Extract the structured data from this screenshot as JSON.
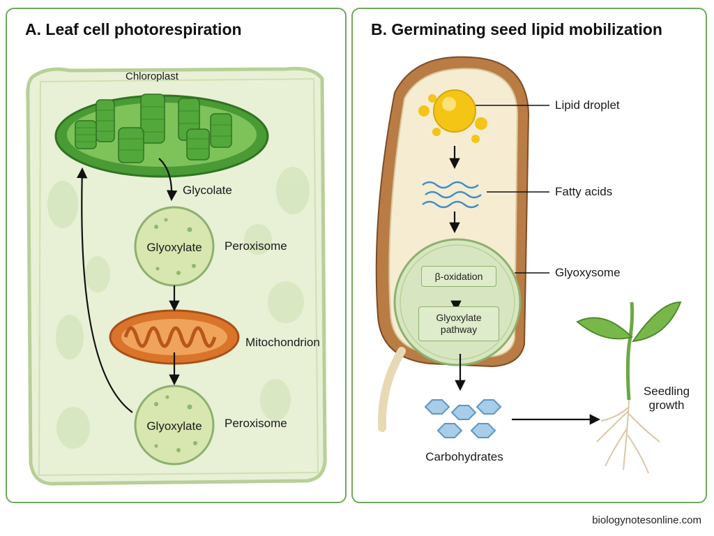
{
  "panel_a": {
    "title": "A. Leaf cell photorespiration",
    "labels": {
      "chloroplast": "Chloroplast",
      "glycolate": "Glycolate",
      "glyoxylate_1": "Glyoxylate",
      "peroxisome_1": "Peroxisome",
      "mitochondrion": "Mitochondrion",
      "glyoxylate_2": "Glyoxylate",
      "peroxisome_2": "Peroxisome"
    }
  },
  "panel_b": {
    "title": "B. Germinating seed lipid mobilization",
    "labels": {
      "lipid_droplet": "Lipid droplet",
      "fatty_acids": "Fatty acids",
      "glyoxysome": "Glyoxysome",
      "beta_oxidation": "β-oxidation",
      "glyoxylate_pathway_line1": "Glyoxylate",
      "glyoxylate_pathway_line2": "pathway",
      "carbohydrates": "Carbohydrates",
      "seedling_line1": "Seedling",
      "seedling_line2": "growth"
    }
  },
  "footer": {
    "credit": "biologynotesonline.com"
  },
  "colors": {
    "panel_border": "#6fa85a",
    "cell_fill": "#e8f0d6",
    "chloroplast_green": "#4a9a35",
    "organelle_fill": "#d8e6b0",
    "mitochondrion_orange": "#d9742a",
    "seed_fill": "#f5ecd2",
    "seed_coat": "#b97c45",
    "lipid_yellow": "#f5c516",
    "carb_blue": "#a8cde8"
  }
}
